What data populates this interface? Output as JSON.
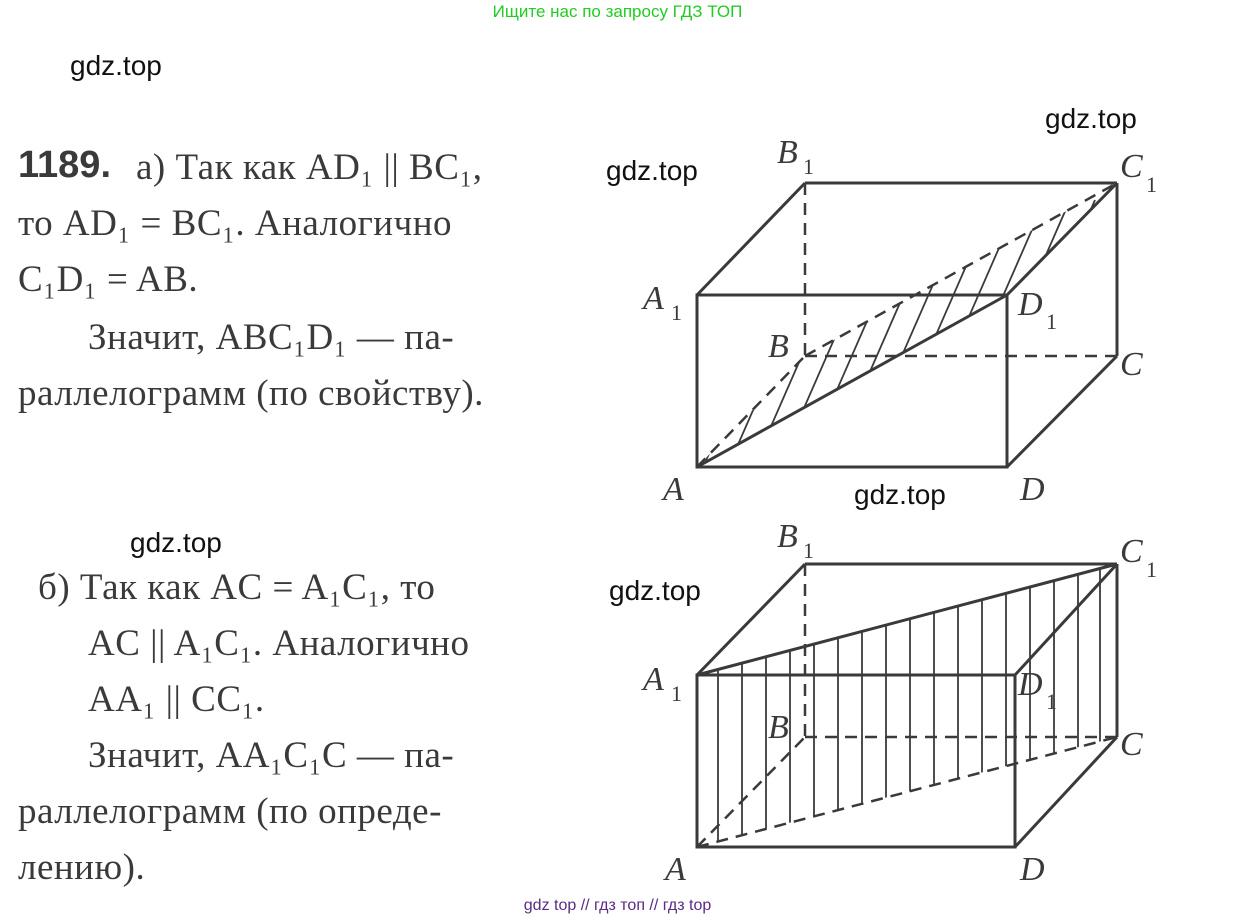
{
  "header_note": "Ищите нас по запросу ГДЗ ТОП",
  "watermarks": [
    "gdz.top",
    "gdz.top",
    "gdz.top",
    "gdz.top",
    "gdz.top",
    "gdz.top"
  ],
  "problem_number": "1189.",
  "part_a": {
    "lines": [
      "а) Так как AD₁ || BC₁,",
      "то AD₁ = BC₁. Аналогично",
      "C₁D₁ = AB.",
      "Значит, ABC₁D₁ — па-",
      "раллелограмм (по свойству)."
    ]
  },
  "part_b": {
    "lines": [
      "б) Так как AC = A₁C₁, то",
      "AC || A₁C₁. Аналогично",
      "AA₁ || CC₁.",
      "Значит, AA₁C₁C — па-",
      "раллелограмм (по опреде-",
      "лению)."
    ]
  },
  "figure_labels": {
    "A": "A",
    "B": "B",
    "C": "C",
    "D": "D",
    "A1": "A",
    "B1": "B",
    "C1": "C",
    "D1": "D",
    "sub1": "1"
  },
  "footer": "gdz top  //  гдз топ  //  гдз top"
}
